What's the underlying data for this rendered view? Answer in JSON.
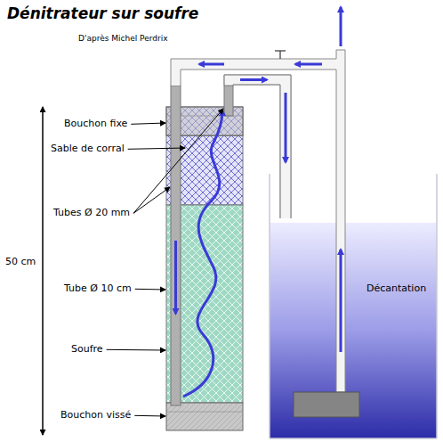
{
  "diagram": {
    "title": "Dénitrateur sur soufre",
    "labels": [
      "D'après Michel Perdrix",
      "Bouchon fixe",
      "Sable de corral",
      "Tubes Ø 20 mm",
      "50 cm",
      "Tube Ø 10 cm",
      "Soufre",
      "Bouchon vissé",
      "Décantation"
    ]
  }
}
